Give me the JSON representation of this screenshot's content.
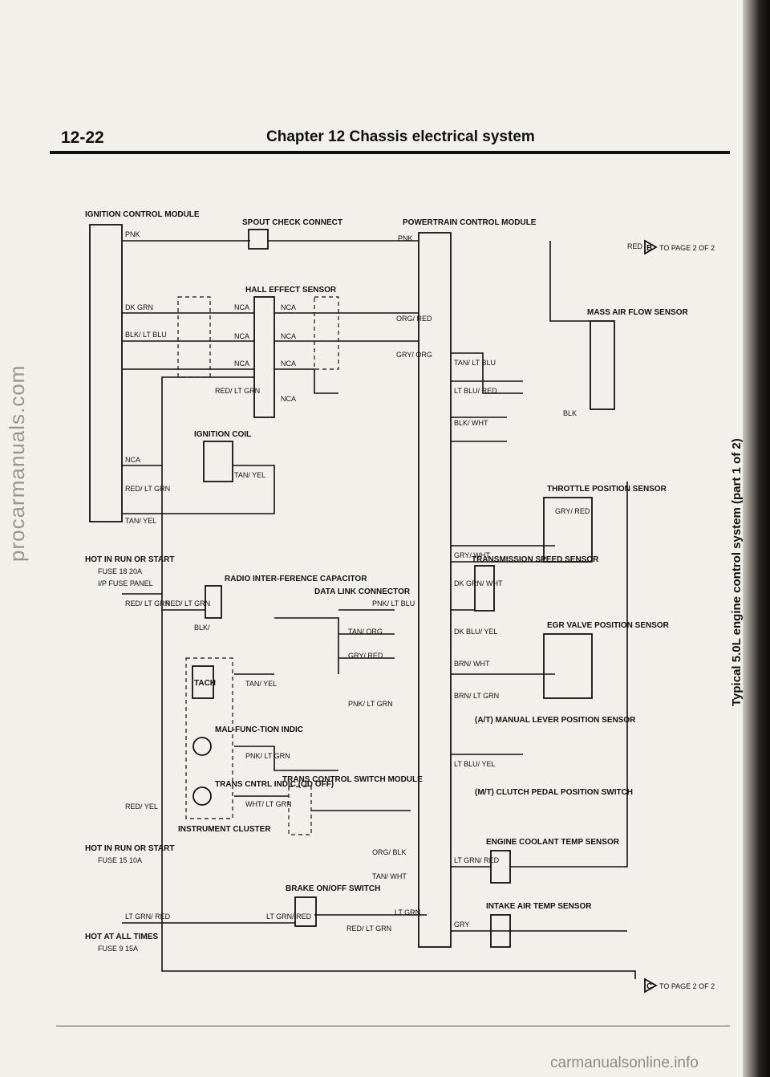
{
  "header": {
    "page_number": "12-22",
    "chapter_title": "Chapter 12  Chassis electrical system"
  },
  "caption": "Typical 5.0L engine control system (part 1 of 2)",
  "watermarks": {
    "left": "procarmanuals.com",
    "bottom": "carmanualsonline.info"
  },
  "power": {
    "hot_at_all_times": "HOT AT ALL TIMES",
    "hot_in_run_1": "HOT IN RUN OR START",
    "hot_in_run_2": "HOT IN RUN OR START",
    "fuse_9": "FUSE 9 15A",
    "fuse_15": "FUSE 15 10A",
    "fuse_18": "FUSE 18 20A",
    "ip_fuse_panel": "I/P FUSE PANEL"
  },
  "components": {
    "icm": "IGNITION CONTROL MODULE",
    "spout": "SPOUT CHECK CONNECT",
    "pcm": "POWERTRAIN CONTROL MODULE",
    "hall": "HALL EFFECT SENSOR",
    "coil": "IGNITION COIL",
    "radio_cap": "RADIO INTER-FERENCE CAPACITOR",
    "tach": "TACH",
    "mil": "MAL-FUNC-TION INDIC",
    "trans_indic": "TRANS CNTRL INDIC (OD OFF)",
    "cluster": "INSTRUMENT CLUSTER",
    "brake_switch": "BRAKE ON/OFF SWITCH",
    "tcs_module": "TRANS CONTROL SWITCH MODULE",
    "dlc": "DATA LINK CONNECTOR",
    "maf": "MASS AIR FLOW SENSOR",
    "tps": "THROTTLE POSITION SENSOR",
    "tss": "TRANSMISSION SPEED SENSOR",
    "egr": "EGR VALVE POSITION SENSOR",
    "manual_lever": "(A/T) MANUAL LEVER POSITION SENSOR",
    "clutch": "(M/T) CLUTCH PEDAL POSITION SWITCH",
    "ect": "ENGINE COOLANT TEMP SENSOR",
    "iat": "INTAKE AIR TEMP SENSOR"
  },
  "wires": {
    "pnk": "PNK",
    "pnk_2": "PNK",
    "dk_grn": "DK GRN",
    "blk_lt_blu": "BLK/ LT BLU",
    "nca_1": "NCA",
    "nca_2": "NCA",
    "nca_3": "NCA",
    "nca_4": "NCA",
    "nca_5": "NCA",
    "nca_6": "NCA",
    "nca_7": "NCA",
    "nca_8": "NCA",
    "red_lt_grn_1": "RED/ LT GRN",
    "red_lt_grn_2": "RED/ LT GRN",
    "red_lt_grn_3": "RED/ LT GRN",
    "tan_yel_1": "TAN/ YEL",
    "tan_yel_2": "TAN/ YEL",
    "tan_yel_3": "TAN/ YEL",
    "org_red": "ORG/ RED",
    "gry_org": "GRY/ ORG",
    "red": "RED",
    "tan_lt_blu": "TAN/ LT BLU",
    "lt_blu_red": "LT BLU/ RED",
    "blk_wht": "BLK/ WHT",
    "blk": "BLK",
    "gry_red": "GRY/ RED",
    "gry_wht": "GRY/ WHT",
    "brn_wht": "BRN/ WHT",
    "dk_grn_wht": "DK GRN/ WHT",
    "dk_blu_yel": "DK BLU/ YEL",
    "brn_lt_grn": "BRN/ LT GRN",
    "lt_blu_yel": "LT BLU/ YEL",
    "lt_grn_red": "LT GRN/ RED",
    "gry": "GRY",
    "red_yel": "RED/ YEL",
    "blk_w": "BLK/",
    "pnk_lt_blu": "PNK/ LT BLU",
    "tan_org": "TAN/ ORG",
    "gry_red_dlc": "GRY/ RED",
    "pnk_lt_grn": "PNK/ LT GRN",
    "pnk_lt_grn_2": "PNK/ LT GRN",
    "org_blk": "ORG/ BLK",
    "tan_wht": "TAN/ WHT",
    "lt_grn": "LT GRN",
    "wht_lt_grn": "WHT/ LT GRN",
    "lt_grn_red_2": "LT GRN/ RED",
    "lt_grn_red_3": "LT GRN/ RED",
    "red_lt_grn_b": "RED/ LT GRN"
  },
  "page_refs": {
    "top": "TO PAGE 2 OF 2",
    "bottom": "TO PAGE 2 OF 2",
    "top_tab": "B",
    "bottom_tab": "C"
  }
}
